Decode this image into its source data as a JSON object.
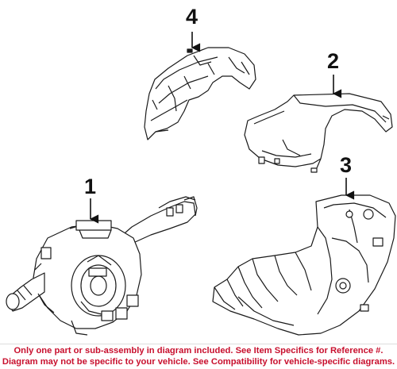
{
  "callouts": {
    "c1": "1",
    "c2": "2",
    "c3": "3",
    "c4": "4"
  },
  "footer": {
    "line1": "Only one part or sub-assembly in diagram included. See Item Specifics for Reference #.",
    "line2": "Diagram may not be specific to your vehicle. See Compatibility for vehicle-specific diagrams."
  },
  "colors": {
    "line_art": "#1a1a1a",
    "footer_text": "#c8102e",
    "background": "#ffffff"
  }
}
